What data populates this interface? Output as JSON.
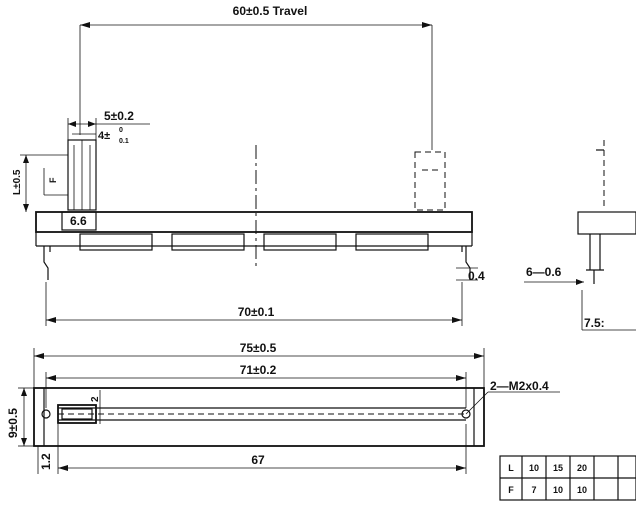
{
  "diagram": {
    "labels": {
      "travel": "60±0.5  Travel",
      "knob_width": "5±0.2",
      "knob_depth_base": "4±",
      "knob_depth_tol_upper": "0",
      "knob_depth_tol_lower": "0.1",
      "lever_length": "L±0.5",
      "lever_f": "F",
      "lever_base": "6.6",
      "pin_offset": "0.4",
      "body_length": "70±0.1",
      "outer_length": "75±0.5",
      "mounting_length": "71±0.2",
      "width": "9±0.5",
      "slot_width": "2",
      "mount_screws": "2—M2x0.4",
      "edge_offset": "1.2",
      "slot_length": "67",
      "side_pin": "6—0.6",
      "side_partial": "7.5:"
    },
    "table": {
      "rows": [
        {
          "head": "L",
          "cells": [
            "10",
            "15",
            "20"
          ]
        },
        {
          "head": "F",
          "cells": [
            "7",
            "10",
            "10"
          ]
        }
      ]
    }
  }
}
